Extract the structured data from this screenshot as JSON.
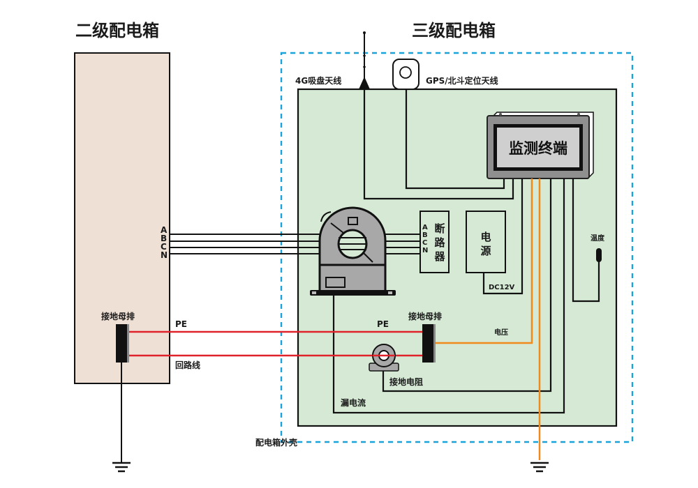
{
  "titles": {
    "secondary_box": "二级配电箱",
    "tertiary_box": "三级配电箱"
  },
  "secondary": {
    "phase_labels": [
      "A",
      "B",
      "C",
      "N"
    ],
    "ground_bus_label": "接地母排"
  },
  "tertiary": {
    "antenna_4g_label": "4G吸盘天线",
    "gps_antenna_label": "GPS/北斗定位天线",
    "terminal_label": "监测终端",
    "breaker_phase_labels": [
      "A",
      "B",
      "C",
      "N"
    ],
    "breaker_label": [
      "断",
      "路",
      "器"
    ],
    "power_label": [
      "电",
      "源"
    ],
    "dc_label": "DC12V",
    "temperature_label": "温度",
    "ground_bus_label": "接地母排",
    "voltage_label": "电压",
    "ground_resistance_label": "接地电阻",
    "leakage_label": "漏电流",
    "enclosure_label": "配电箱外壳"
  },
  "wires": {
    "pe_label_left": "PE",
    "return_label": "回路线",
    "pe_label_right": "PE"
  },
  "colors": {
    "secondary_fill": "#efe0d6",
    "tertiary_fill": "#d5e9d5",
    "enclosure_dash": "#1aa3d9",
    "pe_wire": "#e0232b",
    "voltage_wire": "#f08a1c",
    "device_gray": "#a8a8a8"
  }
}
